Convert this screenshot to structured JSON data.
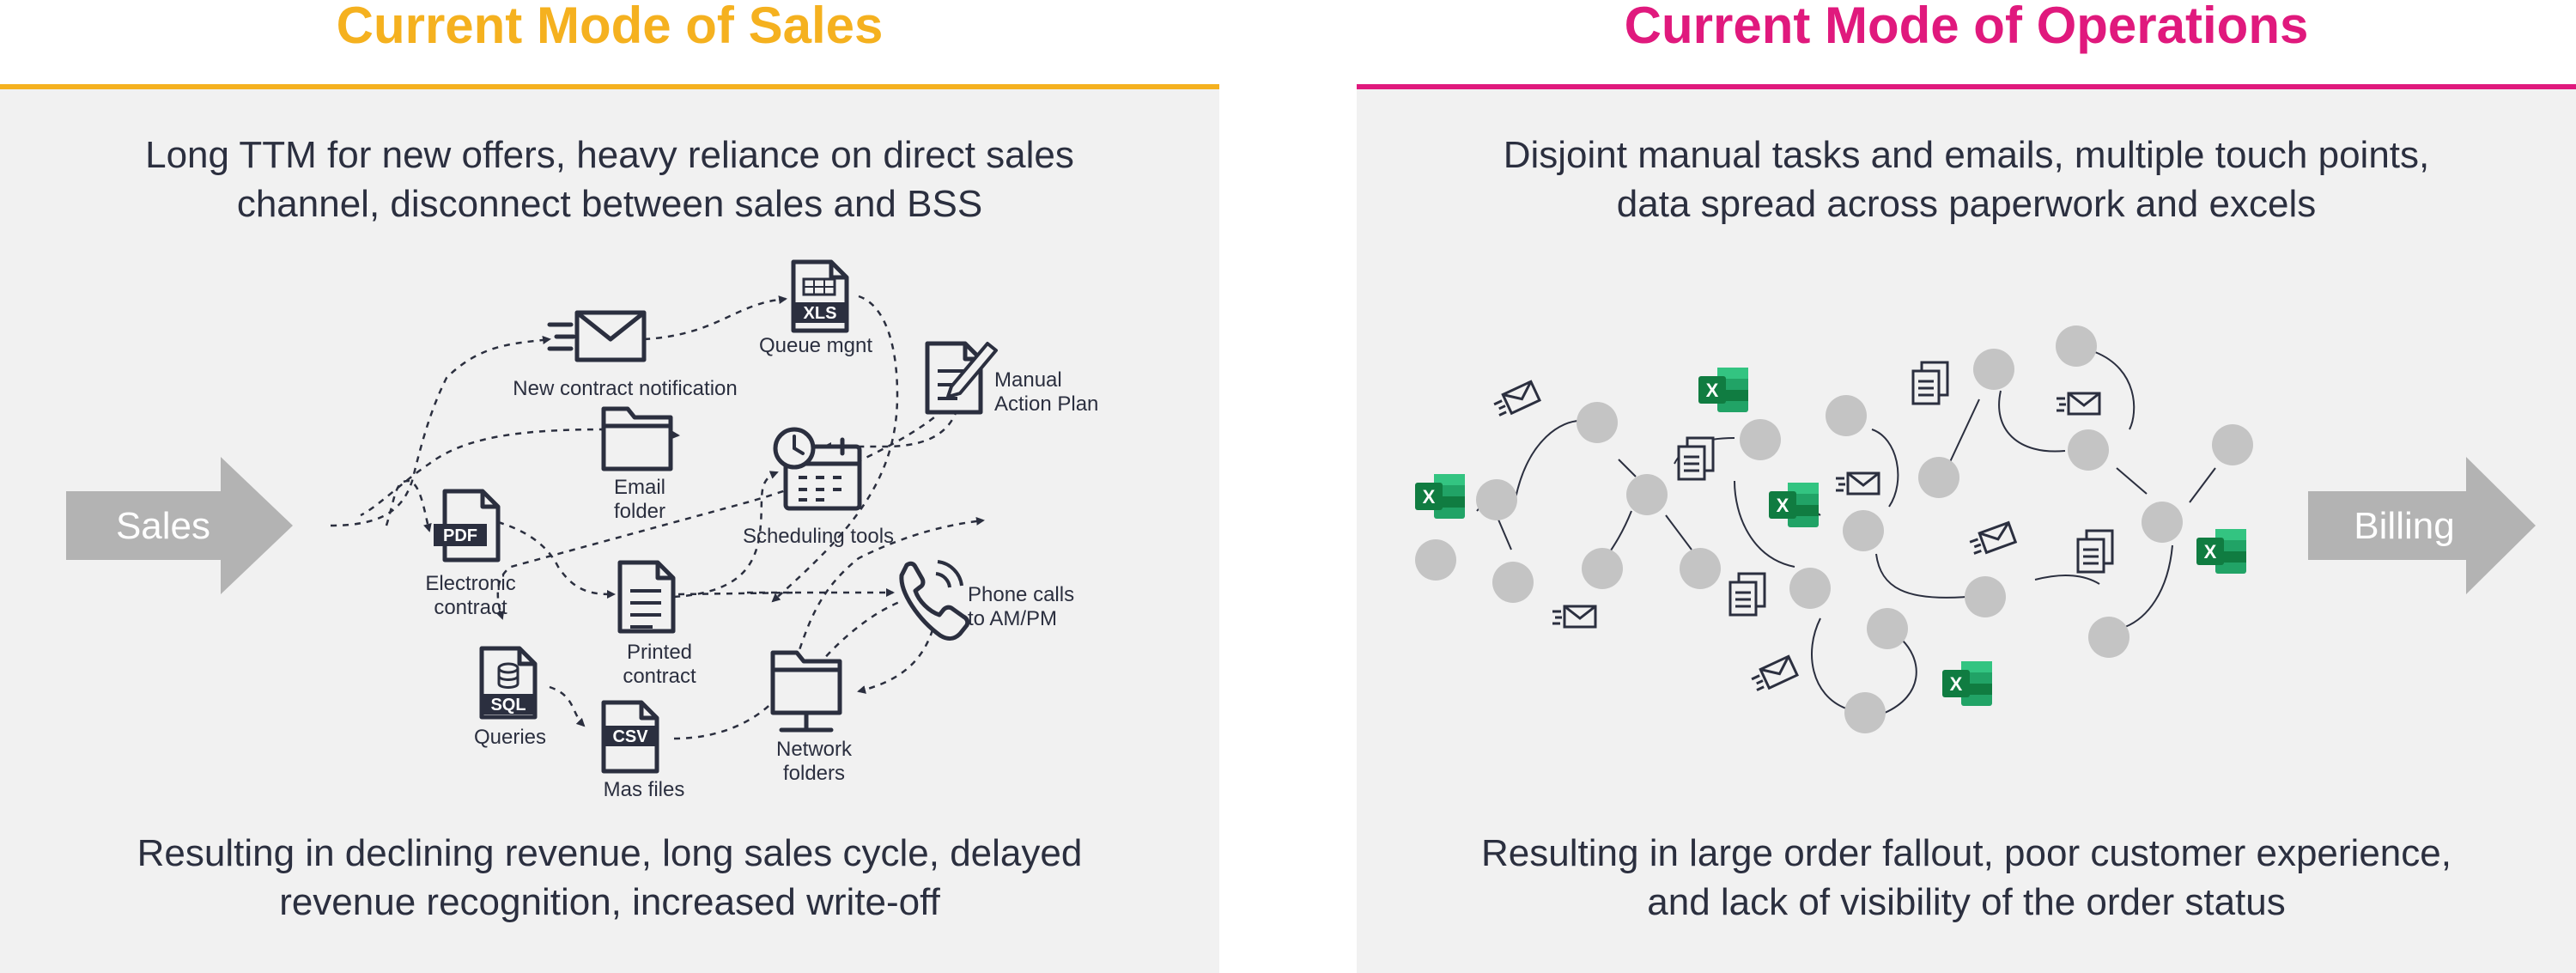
{
  "sales_panel": {
    "title": "Current Mode of Sales",
    "accent_color": "#f5b11f",
    "top_caption": [
      "Long TTM for new offers, heavy reliance on direct sales",
      "channel, disconnect between sales and BSS"
    ],
    "bottom_caption": [
      "Resulting in declining revenue, long sales cycle, delayed",
      "revenue recognition, increased write-off"
    ],
    "start_arrow_label": "Sales",
    "nodes": {
      "new_contract_notification": {
        "label": [
          "New contract notification"
        ],
        "icon": "envelope-icon"
      },
      "queue_mgnt": {
        "label": [
          "Queue mgnt"
        ],
        "icon": "xls-file-icon",
        "tag": "XLS"
      },
      "manual_action_plan": {
        "label": [
          "Manual",
          "Action Plan"
        ],
        "icon": "document-edit-icon"
      },
      "email_folder": {
        "label": [
          "Email",
          "folder"
        ],
        "icon": "folder-icon"
      },
      "scheduling_tools": {
        "label": [
          "Scheduling tools"
        ],
        "icon": "calendar-clock-icon"
      },
      "electronic_contract": {
        "label": [
          "Electronic",
          "contract"
        ],
        "icon": "pdf-file-icon",
        "tag": "PDF"
      },
      "printed_contract": {
        "label": [
          "Printed",
          "contract"
        ],
        "icon": "document-icon"
      },
      "phone_calls": {
        "label": [
          "Phone calls",
          "to AM/PM"
        ],
        "icon": "phone-icon"
      },
      "queries": {
        "label": [
          "Queries"
        ],
        "icon": "sql-file-icon",
        "tag": "SQL"
      },
      "mas_files": {
        "label": [
          "Mas files"
        ],
        "icon": "csv-file-icon",
        "tag": "CSV"
      },
      "network_folders": {
        "label": [
          "Network",
          "folders"
        ],
        "icon": "network-folder-icon"
      }
    }
  },
  "ops_panel": {
    "title": "Current Mode of Operations",
    "accent_color": "#e0197d",
    "top_caption": [
      "Disjoint manual tasks and emails, multiple touch points,",
      "data spread across paperwork and excels"
    ],
    "bottom_caption": [
      "Resulting in large order fallout, poor customer experience,",
      "and lack of visibility of the order status"
    ],
    "end_arrow_label": "Billing",
    "icons": [
      "excel-icon",
      "paperwork-icon",
      "email-icon"
    ]
  },
  "colors": {
    "panel_background": "#f1f1f1",
    "arrow_gray": "#b3b3b3",
    "node_gray": "#c4c4c4",
    "icon_navy": "#2b2f3f",
    "excel_green": "#1d9c54"
  }
}
